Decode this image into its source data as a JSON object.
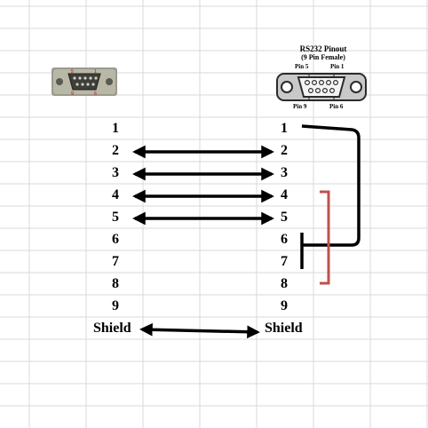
{
  "left_pins": [
    "1",
    "2",
    "3",
    "4",
    "5",
    "6",
    "7",
    "8",
    "9",
    "Shield"
  ],
  "right_pins": [
    "1",
    "2",
    "3",
    "4",
    "5",
    "6",
    "7",
    "8",
    "9",
    "Shield"
  ],
  "pinout_box": {
    "title": "RS232 Pinout",
    "subtitle": "(9 Pin Female)",
    "label_top_left": "Pin 5",
    "label_top_right": "Pin 1",
    "label_bottom_left": "Pin 9",
    "label_bottom_right": "Pin 6"
  },
  "colors": {
    "arrow": "#000000",
    "bracket_red": "#c0504d",
    "grid": "#d9d9d9"
  },
  "connections": [
    {
      "from": "2",
      "to": "2",
      "type": "double-arrow"
    },
    {
      "from": "3",
      "to": "3",
      "type": "double-arrow"
    },
    {
      "from": "4",
      "to": "4",
      "type": "double-arrow"
    },
    {
      "from": "5",
      "to": "5",
      "type": "double-arrow"
    },
    {
      "from": "Shield",
      "to": "Shield",
      "type": "double-arrow"
    }
  ]
}
